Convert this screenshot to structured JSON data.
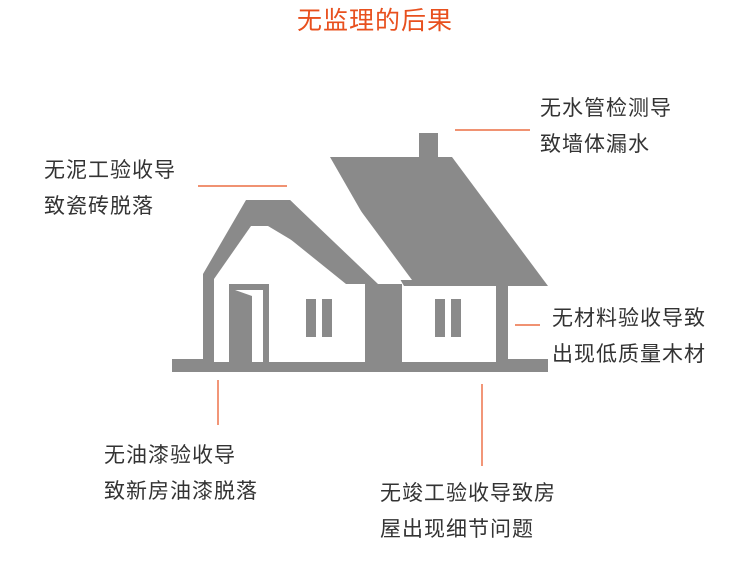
{
  "title": "无监理的后果",
  "colors": {
    "title": "#e8501e",
    "leader": "#e8501e",
    "house": "#8a8a8a",
    "text": "#333333",
    "background": "#ffffff"
  },
  "callouts": {
    "water": {
      "line1": "无水管检测导",
      "line2": "致墙体漏水"
    },
    "mud": {
      "line1": "无泥工验收导",
      "line2": "致瓷砖脱落"
    },
    "wood": {
      "line1": "无材料验收导致",
      "line2": "出现低质量木材"
    },
    "paint": {
      "line1": "无油漆验收导",
      "line2": "致新房油漆脱落"
    },
    "completion": {
      "line1": "无竣工验收导致房",
      "line2": "屋出现细节问题"
    }
  }
}
